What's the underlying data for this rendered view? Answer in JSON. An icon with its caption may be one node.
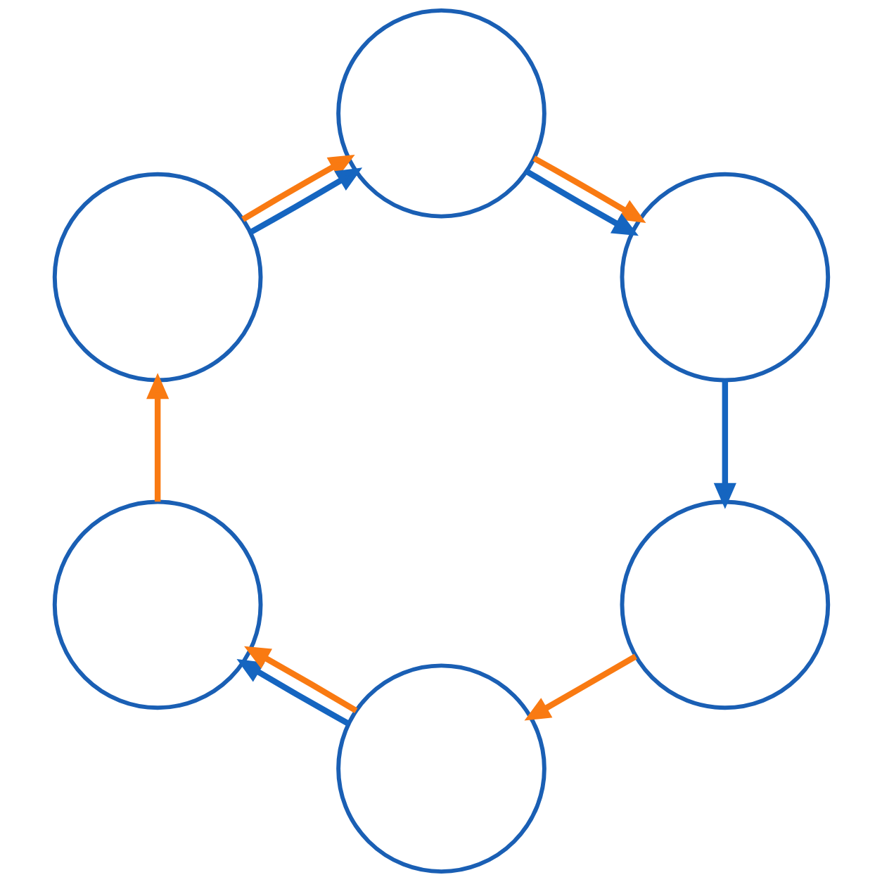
{
  "diagram": {
    "nodes": [
      {
        "text": [],
        "shape": "circle"
      },
      {
        "text": [],
        "shape": "circle"
      },
      {
        "text": [],
        "shape": "circle"
      },
      {
        "text": [],
        "shape": "circle"
      },
      {
        "text": [],
        "shape": "circle"
      },
      {
        "text": [],
        "shape": "circle"
      }
    ],
    "edges": [
      {
        "from": 0,
        "to": 2,
        "arrow": "to"
      },
      {
        "from": 0,
        "to": 2,
        "arrow": "to",
        "color": "#1565c0"
      },
      {
        "from": 2,
        "to": 4,
        "arrow": "to",
        "color": "#1565c0"
      },
      {
        "from": 4,
        "to": 5,
        "arrow": "to"
      },
      {
        "from": 5,
        "to": 3,
        "arrow": "to",
        "color": "#1565c0"
      },
      {
        "from": 5,
        "to": 3,
        "arrow": "to"
      },
      {
        "from": 3,
        "to": 1,
        "arrow": "to"
      },
      {
        "from": 1,
        "to": 0,
        "arrow": "to"
      },
      {
        "from": 1,
        "to": 0,
        "arrow": "to",
        "color": "#1565c0"
      }
    ]
  }
}
